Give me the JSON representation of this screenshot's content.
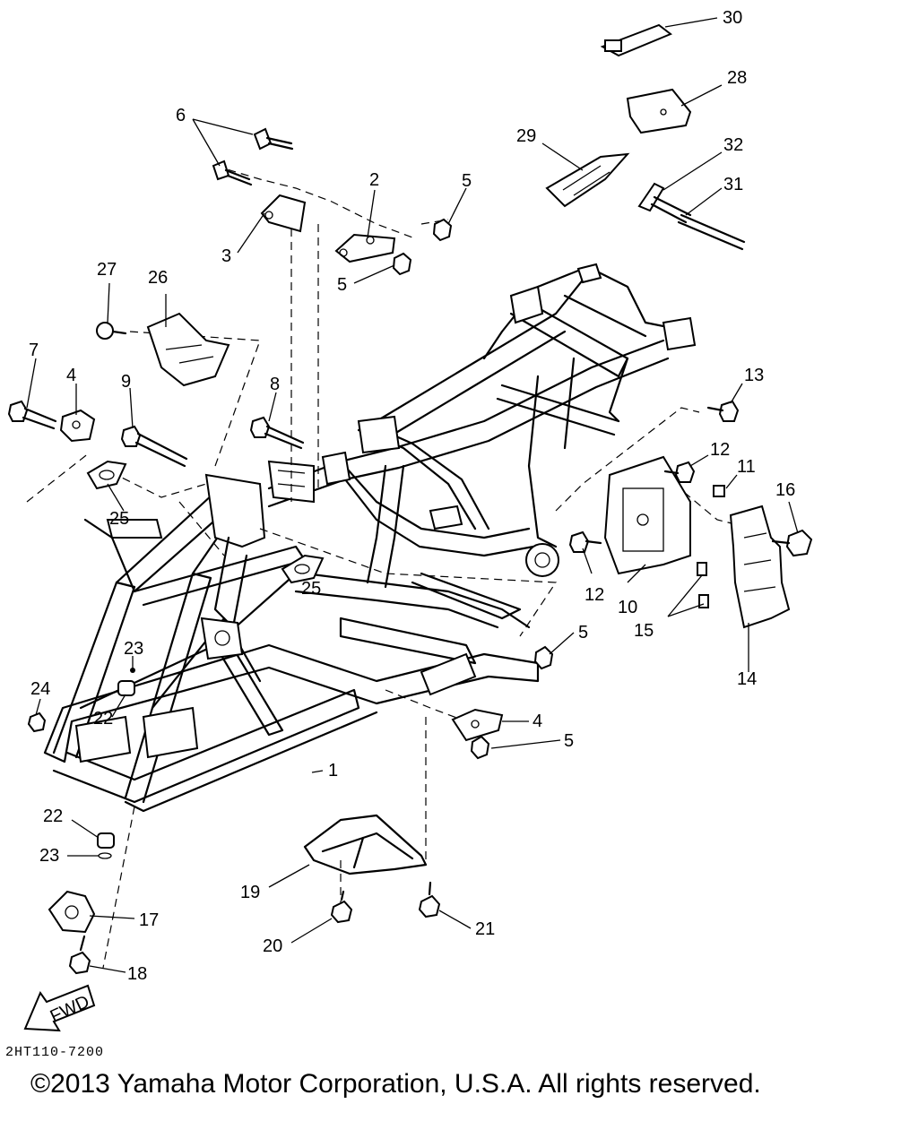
{
  "callouts": {
    "c1": "1",
    "c2": "2",
    "c3": "3",
    "c4a": "4",
    "c4b": "4",
    "c5a": "5",
    "c5b": "5",
    "c5c": "5",
    "c5d": "5",
    "c6": "6",
    "c7": "7",
    "c8": "8",
    "c9": "9",
    "c10": "10",
    "c11": "11",
    "c12a": "12",
    "c12b": "12",
    "c13": "13",
    "c14": "14",
    "c15": "15",
    "c16": "16",
    "c17": "17",
    "c18": "18",
    "c19": "19",
    "c20": "20",
    "c21": "21",
    "c22a": "22",
    "c22b": "22",
    "c23a": "23",
    "c23b": "23",
    "c24": "24",
    "c25a": "25",
    "c25b": "25",
    "c26": "26",
    "c27": "27",
    "c28": "28",
    "c29": "29",
    "c30": "30",
    "c31": "31",
    "c32": "32"
  },
  "fwd_arrow_label": "FWD",
  "diagram_code": "2HT110-7200",
  "copyright": "©2013 Yamaha Motor Corporation, U.S.A. All rights reserved."
}
